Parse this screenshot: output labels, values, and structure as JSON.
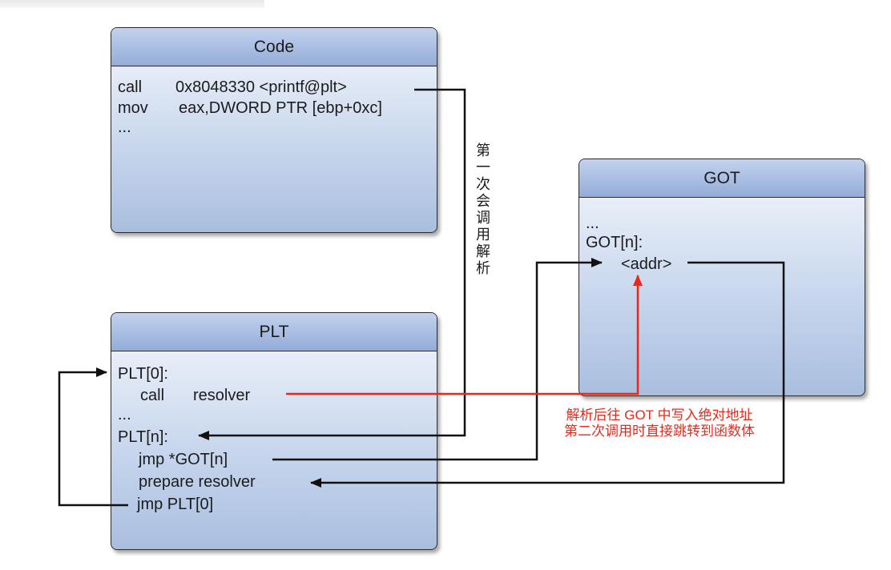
{
  "code_box": {
    "title": "Code",
    "lines": {
      "l1_op": "call",
      "l1_arg": "0x8048330 <printf@plt>",
      "l2_op": "mov",
      "l2_arg": "eax,DWORD PTR [ebp+0xc]",
      "l3": "..."
    }
  },
  "plt_box": {
    "title": "PLT",
    "lines": {
      "plt0": "PLT[0]:",
      "call_op": "call",
      "call_arg": "resolver",
      "dots": "...",
      "pltn": "PLT[n]:",
      "jmp_got": "jmp *GOT[n]",
      "prepare": "prepare resolver",
      "jmp_plt0": "jmp PLT[0]"
    }
  },
  "got_box": {
    "title": "GOT",
    "lines": {
      "dots": "...",
      "gotn": "GOT[n]:",
      "addr": "<addr>"
    }
  },
  "annotations": {
    "first_call": "第一次会调用解析",
    "note_line1": "解析后往 GOT 中写入绝对地址",
    "note_line2": "第二次调用时直接跳转到函数体"
  },
  "colors": {
    "arrow_black": "#111111",
    "arrow_red": "#e52a1c",
    "header_blue": "#9fb6dd",
    "box_body": "#c7d5ec"
  }
}
